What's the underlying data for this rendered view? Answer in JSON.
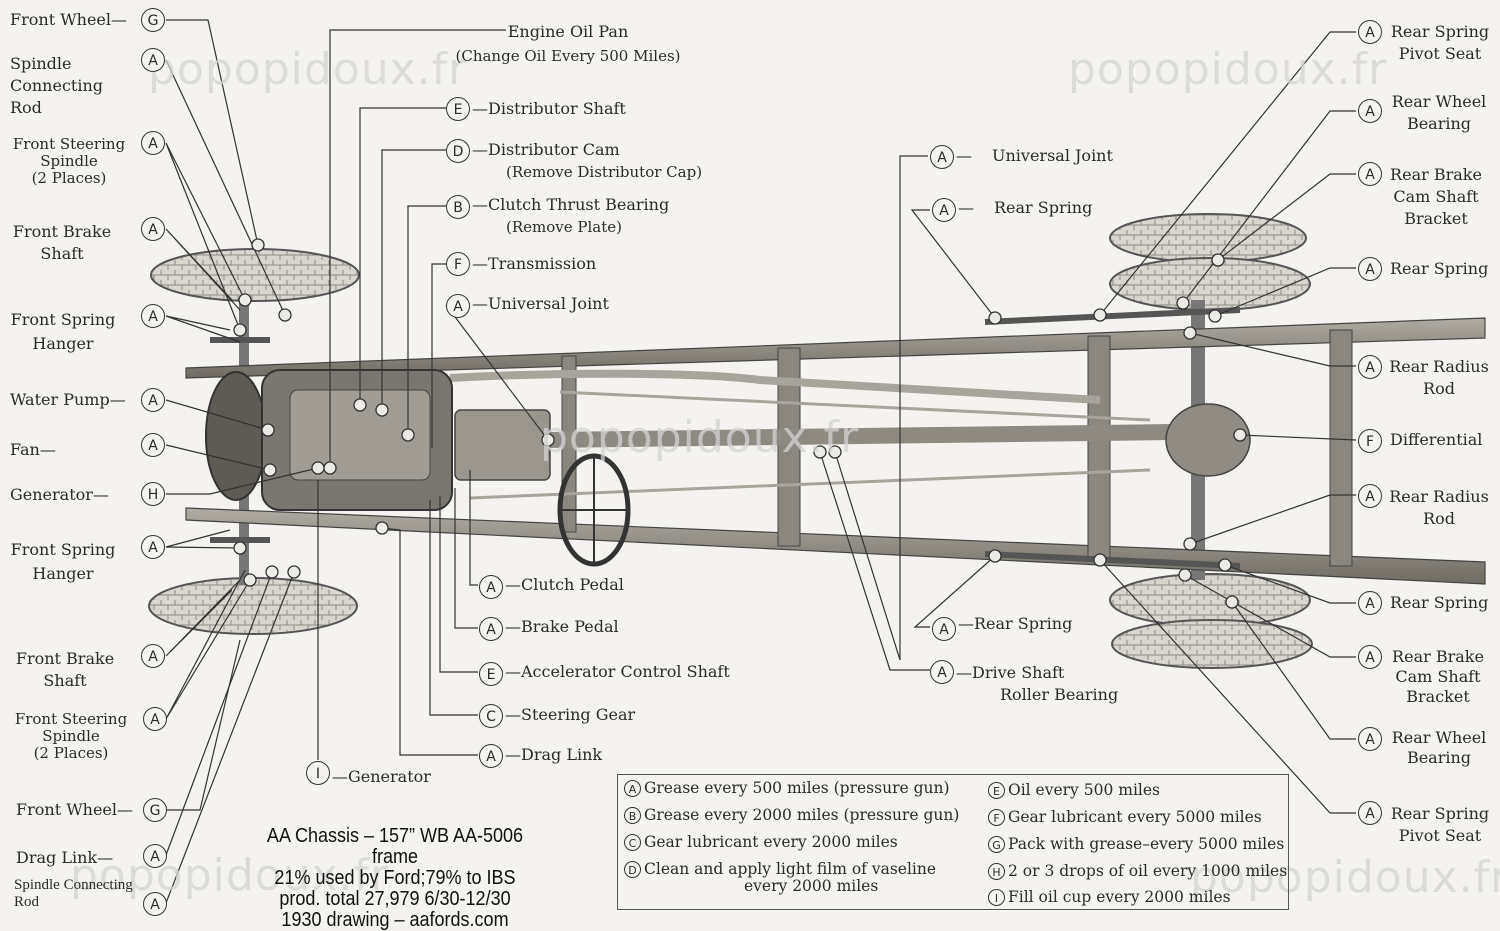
{
  "watermark": "popopidoux.fr",
  "credit": {
    "line1": "AA Chassis – 157” WB AA-5006 frame",
    "line2": "21% used by Ford;79% to IBS",
    "line3": "prod. total 27,979 6/30-12/30",
    "line4": "1930 drawing – aafords.com"
  },
  "legend": [
    {
      "key": "A",
      "text": "Grease every 500 miles (pressure gun)"
    },
    {
      "key": "B",
      "text": "Grease every 2000 miles (pressure gun)"
    },
    {
      "key": "C",
      "text": "Gear lubricant every 2000 miles"
    },
    {
      "key": "D",
      "text": "Clean and apply light film of vaseline",
      "text2": "every 2000 miles"
    },
    {
      "key": "E",
      "text": "Oil every 500 miles"
    },
    {
      "key": "F",
      "text": "Gear lubricant every 5000 miles"
    },
    {
      "key": "G",
      "text": "Pack with grease–every 5000 miles"
    },
    {
      "key": "H",
      "text": "2 or 3 drops of oil every 1000 miles"
    },
    {
      "key": "I",
      "text": "Fill oil cup every 2000 miles"
    }
  ],
  "left_labels": [
    {
      "key": "G",
      "line1": "Front Wheel"
    },
    {
      "key": "A",
      "line1": "Spindle",
      "line2": "Connecting",
      "line3": "Rod"
    },
    {
      "key": "A",
      "line1": "Front Steering",
      "line2": "Spindle",
      "line3": "(2 Places)"
    },
    {
      "key": "A",
      "line1": "Front Brake",
      "line2": "Shaft"
    },
    {
      "key": "A",
      "line1": "Front Spring",
      "line2": "Hanger"
    },
    {
      "key": "A",
      "line1": "Water Pump"
    },
    {
      "key": "A",
      "line1": "Fan"
    },
    {
      "key": "H",
      "line1": "Generator"
    },
    {
      "key": "A",
      "line1": "Front Spring",
      "line2": "Hanger"
    },
    {
      "key": "A",
      "line1": "Front Brake",
      "line2": "Shaft"
    },
    {
      "key": "A",
      "line1": "Front Steering",
      "line2": "Spindle",
      "line3": "(2 Places)"
    },
    {
      "key": "G",
      "line1": "Front Wheel"
    },
    {
      "key": "A",
      "line1": "Drag Link"
    },
    {
      "key": "A",
      "line1": "Spindle Connecting",
      "line2": "Rod"
    }
  ],
  "center_top_labels": [
    {
      "key": "",
      "line1": "Engine Oil Pan",
      "line2": "(Change Oil Every 500 Miles)"
    },
    {
      "key": "E",
      "line1": "Distributor Shaft"
    },
    {
      "key": "D",
      "line1": "Distributor Cam",
      "line2": "(Remove Distributor Cap)"
    },
    {
      "key": "B",
      "line1": "Clutch Thrust Bearing",
      "line2": "(Remove Plate)"
    },
    {
      "key": "F",
      "line1": "Transmission"
    },
    {
      "key": "A",
      "line1": "Universal Joint"
    }
  ],
  "center_bottom_labels": [
    {
      "key": "A",
      "line1": "Clutch Pedal"
    },
    {
      "key": "A",
      "line1": "Brake Pedal"
    },
    {
      "key": "E",
      "line1": "Accelerator Control Shaft"
    },
    {
      "key": "C",
      "line1": "Steering Gear"
    },
    {
      "key": "A",
      "line1": "Drag Link"
    },
    {
      "key": "I",
      "line1": "Generator"
    }
  ],
  "middle_labels": [
    {
      "key": "A",
      "line1": "Universal Joint"
    },
    {
      "key": "A",
      "line1": "Rear Spring"
    },
    {
      "key": "A",
      "line1": "Rear Spring"
    },
    {
      "key": "A",
      "line1": "Drive Shaft",
      "line2": "Roller Bearing"
    }
  ],
  "right_labels": [
    {
      "key": "A",
      "line1": "Rear Spring",
      "line2": "Pivot Seat"
    },
    {
      "key": "A",
      "line1": "Rear Wheel",
      "line2": "Bearing"
    },
    {
      "key": "A",
      "line1": "Rear Brake",
      "line2": "Cam Shaft",
      "line3": "Bracket"
    },
    {
      "key": "A",
      "line1": "Rear Spring"
    },
    {
      "key": "A",
      "line1": "Rear Radius",
      "line2": "Rod"
    },
    {
      "key": "F",
      "line1": "Differential"
    },
    {
      "key": "A",
      "line1": "Rear Radius",
      "line2": "Rod"
    },
    {
      "key": "A",
      "line1": "Rear Spring"
    },
    {
      "key": "A",
      "line1": "Rear Brake",
      "line2": "Cam Shaft",
      "line3": "Bracket"
    },
    {
      "key": "A",
      "line1": "Rear Wheel",
      "line2": "Bearing"
    },
    {
      "key": "A",
      "line1": "Rear Spring",
      "line2": "Pivot Seat"
    }
  ]
}
